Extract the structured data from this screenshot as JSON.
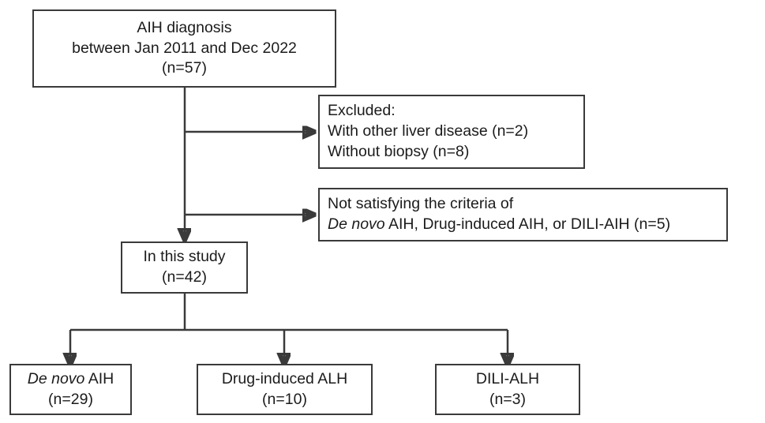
{
  "diagram": {
    "title": "AIH diagnosis study flowchart",
    "stroke_color": "#3a3a3a",
    "background_color": "#ffffff",
    "nodes": {
      "source": {
        "line1": "AIH diagnosis",
        "line2": "between Jan 2011 and Dec 2022",
        "line3": "(n=57)"
      },
      "excluded": {
        "line1": "Excluded:",
        "line2": "With other liver disease (n=2)",
        "line3": "Without biopsy (n=8)"
      },
      "not_satisfying": {
        "line1": "Not satisfying the criteria of",
        "line2_italic": "De novo",
        "line2_rest": " AIH, Drug-induced AIH, or DILI-AIH (n=5)"
      },
      "included": {
        "line1": "In this study",
        "line2": "(n=42)"
      },
      "group_de_novo": {
        "line1_italic": "De novo",
        "line1_rest": " AIH",
        "line2": "(n=29)"
      },
      "group_drug_induced": {
        "line1": "Drug-induced ALH",
        "line2": "(n=10)"
      },
      "group_dili": {
        "line1": "DILI-ALH",
        "line2": "(n=3)"
      }
    }
  },
  "chart_data": {
    "type": "diagram",
    "title": "AIH diagnosis study flowchart",
    "flow": "study-selection",
    "nodes": [
      {
        "id": "source",
        "label": "AIH diagnosis between Jan 2011 and Dec 2022",
        "n": 57
      },
      {
        "id": "excluded",
        "label": "Excluded: With other liver disease (n=2); Without biopsy (n=8)",
        "n": 10
      },
      {
        "id": "not_satisfying",
        "label": "Not satisfying the criteria of De novo AIH, Drug-induced AIH, or DILI-AIH",
        "n": 5
      },
      {
        "id": "included",
        "label": "In this study",
        "n": 42
      },
      {
        "id": "group_de_novo",
        "label": "De novo AIH",
        "n": 29
      },
      {
        "id": "group_drug_induced",
        "label": "Drug-induced ALH",
        "n": 10
      },
      {
        "id": "group_dili",
        "label": "DILI-ALH",
        "n": 3
      }
    ],
    "edges": [
      {
        "from": "source",
        "to": "excluded"
      },
      {
        "from": "source",
        "to": "not_satisfying"
      },
      {
        "from": "source",
        "to": "included"
      },
      {
        "from": "included",
        "to": "group_de_novo"
      },
      {
        "from": "included",
        "to": "group_drug_induced"
      },
      {
        "from": "included",
        "to": "group_dili"
      }
    ]
  }
}
